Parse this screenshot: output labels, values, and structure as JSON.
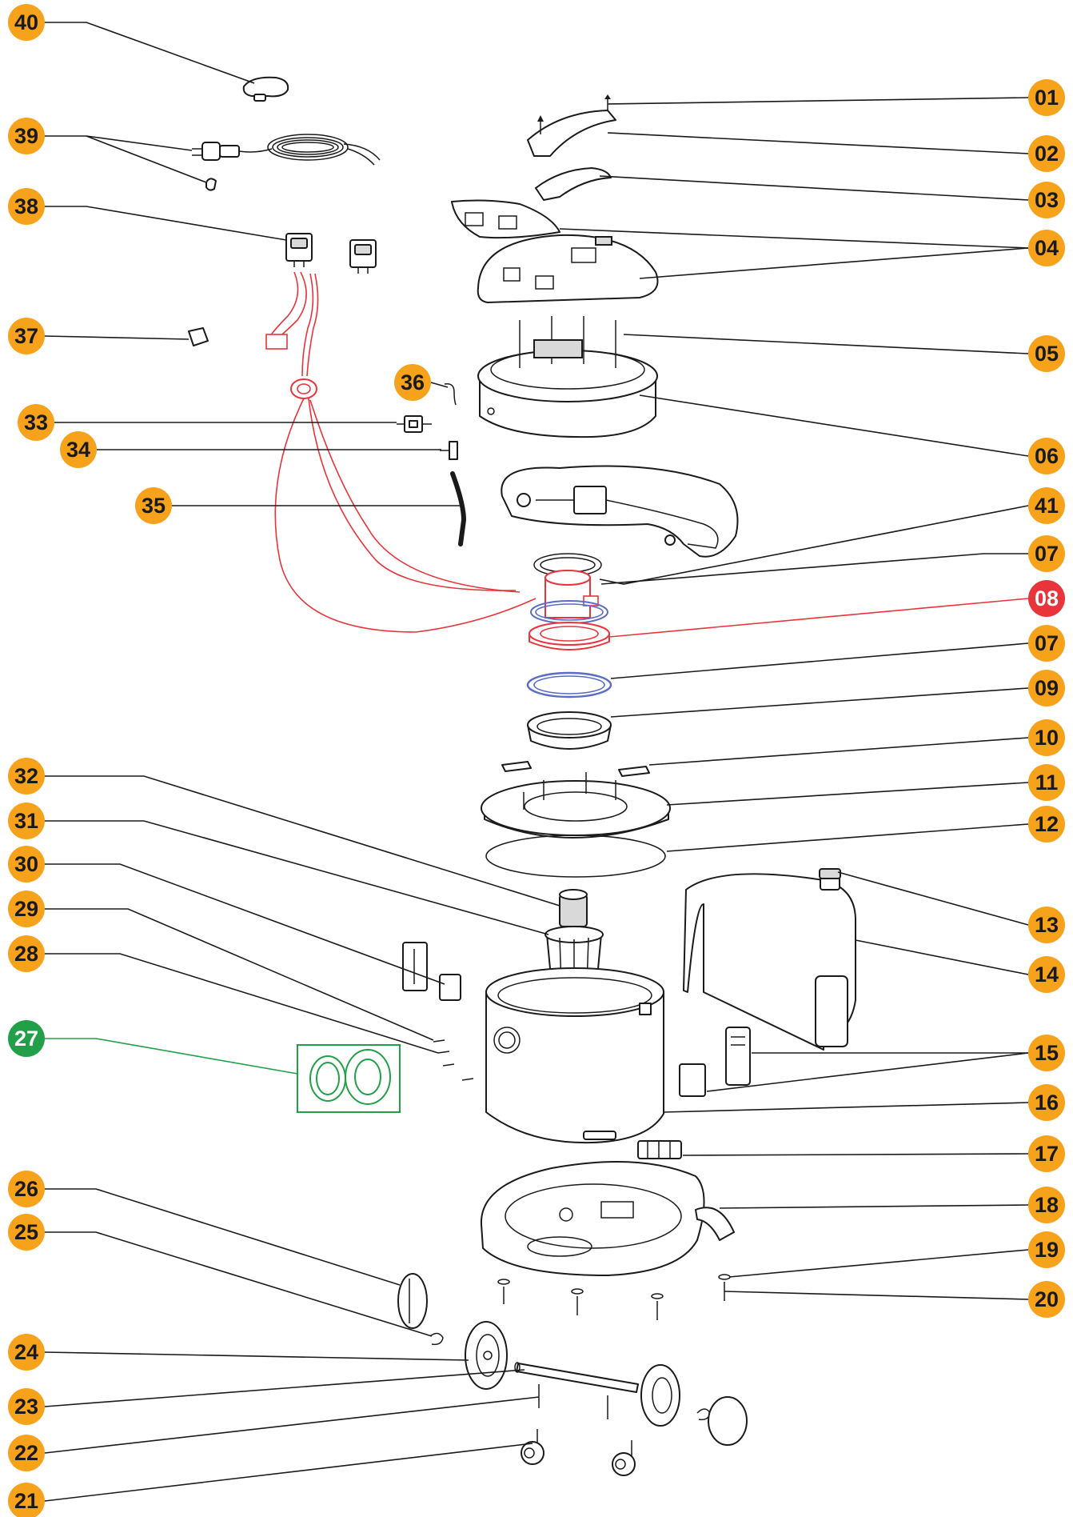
{
  "colors": {
    "badge_orange": "#f7a21b",
    "badge_red": "#e8343a",
    "badge_green": "#22a049",
    "leader_black": "#1a1a1a",
    "ring_blue": "#5b6cc4",
    "highlight_red": "#e8343a",
    "highlight_green": "#22a049"
  },
  "callouts": [
    {
      "id": "01",
      "label": "01",
      "color": "orange"
    },
    {
      "id": "02",
      "label": "02",
      "color": "orange"
    },
    {
      "id": "03",
      "label": "03",
      "color": "orange"
    },
    {
      "id": "04",
      "label": "04",
      "color": "orange"
    },
    {
      "id": "05",
      "label": "05",
      "color": "orange"
    },
    {
      "id": "06",
      "label": "06",
      "color": "orange"
    },
    {
      "id": "41",
      "label": "41",
      "color": "orange"
    },
    {
      "id": "07a",
      "label": "07",
      "color": "orange"
    },
    {
      "id": "08",
      "label": "08",
      "color": "red"
    },
    {
      "id": "07b",
      "label": "07",
      "color": "orange"
    },
    {
      "id": "09",
      "label": "09",
      "color": "orange"
    },
    {
      "id": "10",
      "label": "10",
      "color": "orange"
    },
    {
      "id": "11",
      "label": "11",
      "color": "orange"
    },
    {
      "id": "12",
      "label": "12",
      "color": "orange"
    },
    {
      "id": "13",
      "label": "13",
      "color": "orange"
    },
    {
      "id": "14",
      "label": "14",
      "color": "orange"
    },
    {
      "id": "15",
      "label": "15",
      "color": "orange"
    },
    {
      "id": "16",
      "label": "16",
      "color": "orange"
    },
    {
      "id": "17",
      "label": "17",
      "color": "orange"
    },
    {
      "id": "18",
      "label": "18",
      "color": "orange"
    },
    {
      "id": "19",
      "label": "19",
      "color": "orange"
    },
    {
      "id": "20",
      "label": "20",
      "color": "orange"
    },
    {
      "id": "40",
      "label": "40",
      "color": "orange"
    },
    {
      "id": "39",
      "label": "39",
      "color": "orange"
    },
    {
      "id": "38",
      "label": "38",
      "color": "orange"
    },
    {
      "id": "37",
      "label": "37",
      "color": "orange"
    },
    {
      "id": "36",
      "label": "36",
      "color": "orange"
    },
    {
      "id": "33",
      "label": "33",
      "color": "orange"
    },
    {
      "id": "34",
      "label": "34",
      "color": "orange"
    },
    {
      "id": "35",
      "label": "35",
      "color": "orange"
    },
    {
      "id": "32",
      "label": "32",
      "color": "orange"
    },
    {
      "id": "31",
      "label": "31",
      "color": "orange"
    },
    {
      "id": "30",
      "label": "30",
      "color": "orange"
    },
    {
      "id": "29",
      "label": "29",
      "color": "orange"
    },
    {
      "id": "28",
      "label": "28",
      "color": "orange"
    },
    {
      "id": "27",
      "label": "27",
      "color": "green"
    },
    {
      "id": "26",
      "label": "26",
      "color": "orange"
    },
    {
      "id": "25",
      "label": "25",
      "color": "orange"
    },
    {
      "id": "24",
      "label": "24",
      "color": "orange"
    },
    {
      "id": "23",
      "label": "23",
      "color": "orange"
    },
    {
      "id": "22",
      "label": "22",
      "color": "orange"
    },
    {
      "id": "21",
      "label": "21",
      "color": "orange"
    }
  ]
}
